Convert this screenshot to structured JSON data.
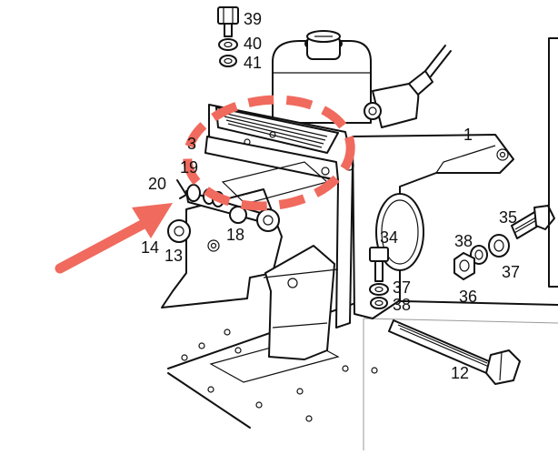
{
  "diagram": {
    "part_numbers": [
      {
        "label": "39"
      },
      {
        "label": "40"
      },
      {
        "label": "41"
      },
      {
        "label": "1"
      },
      {
        "label": "3"
      },
      {
        "label": "19"
      },
      {
        "label": "20"
      },
      {
        "label": "14"
      },
      {
        "label": "13"
      },
      {
        "label": "18"
      },
      {
        "label": "34"
      },
      {
        "label": "37"
      },
      {
        "label": "38"
      },
      {
        "label": "38"
      },
      {
        "label": "37"
      },
      {
        "label": "36"
      },
      {
        "label": "35"
      },
      {
        "label": "12"
      }
    ],
    "annotations": {
      "highlight_color": "#f06a5e",
      "ink_color": "#111111",
      "circle_style": "dashed",
      "arrow_direction": "up-right"
    }
  }
}
